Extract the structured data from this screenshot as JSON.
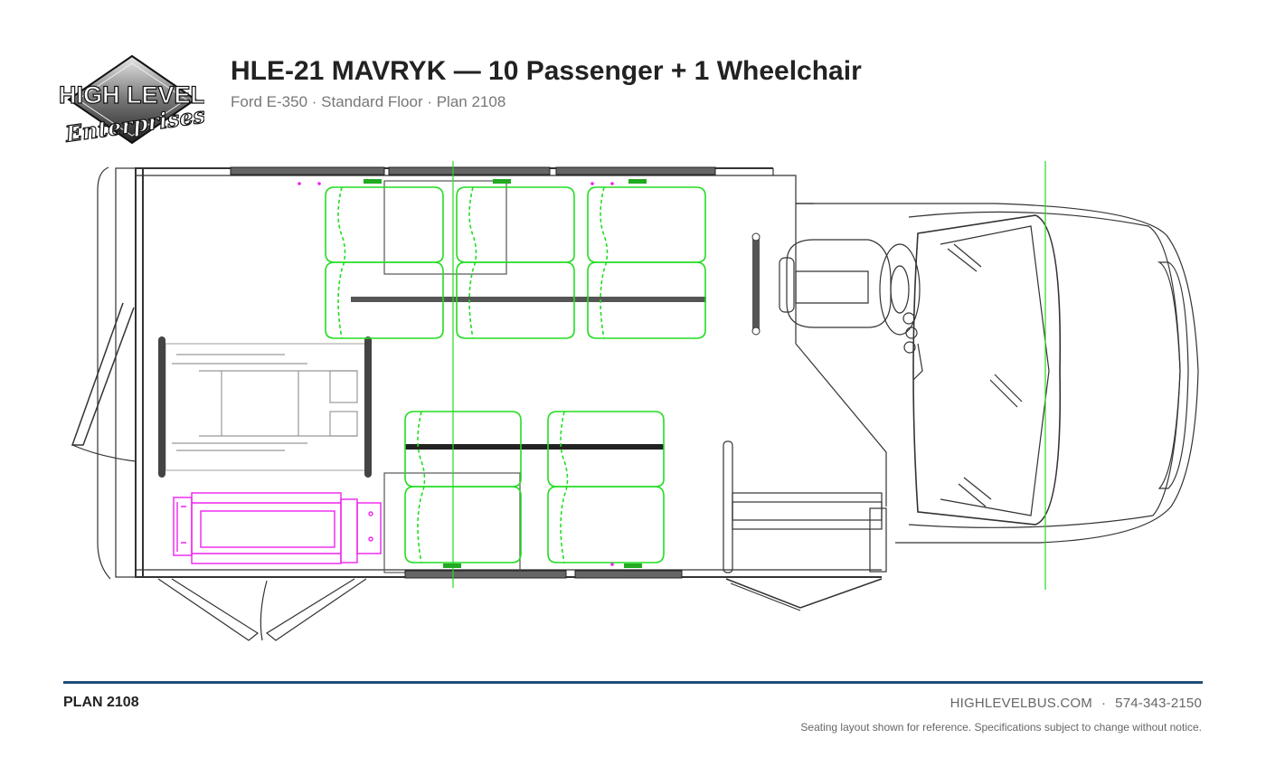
{
  "header": {
    "title": "HLE-21 MAVRYK — 10 Passenger + 1 Wheelchair",
    "subtitle": "Ford E-350 · Standard Floor · Plan 2108"
  },
  "logo": {
    "line1": "HIGH LEVEL",
    "line2": "Enterprises"
  },
  "footer": {
    "plan_code": "PLAN 2108",
    "website": "HIGHLEVELBUS.COM",
    "separator": "·",
    "phone": "574-343-2150",
    "disclaimer": "Seating layout shown for reference. Specifications subject to change without notice."
  },
  "colors": {
    "seat": "#22dd22",
    "lift": "#ee22ee",
    "accent_rule": "#1f4e79",
    "line": "#333333"
  },
  "icons": {
    "logo": "diamond-logo",
    "seat": "passenger-seat",
    "lift": "wheelchair-lift",
    "wheelchair_position": "wheelchair-securement"
  }
}
